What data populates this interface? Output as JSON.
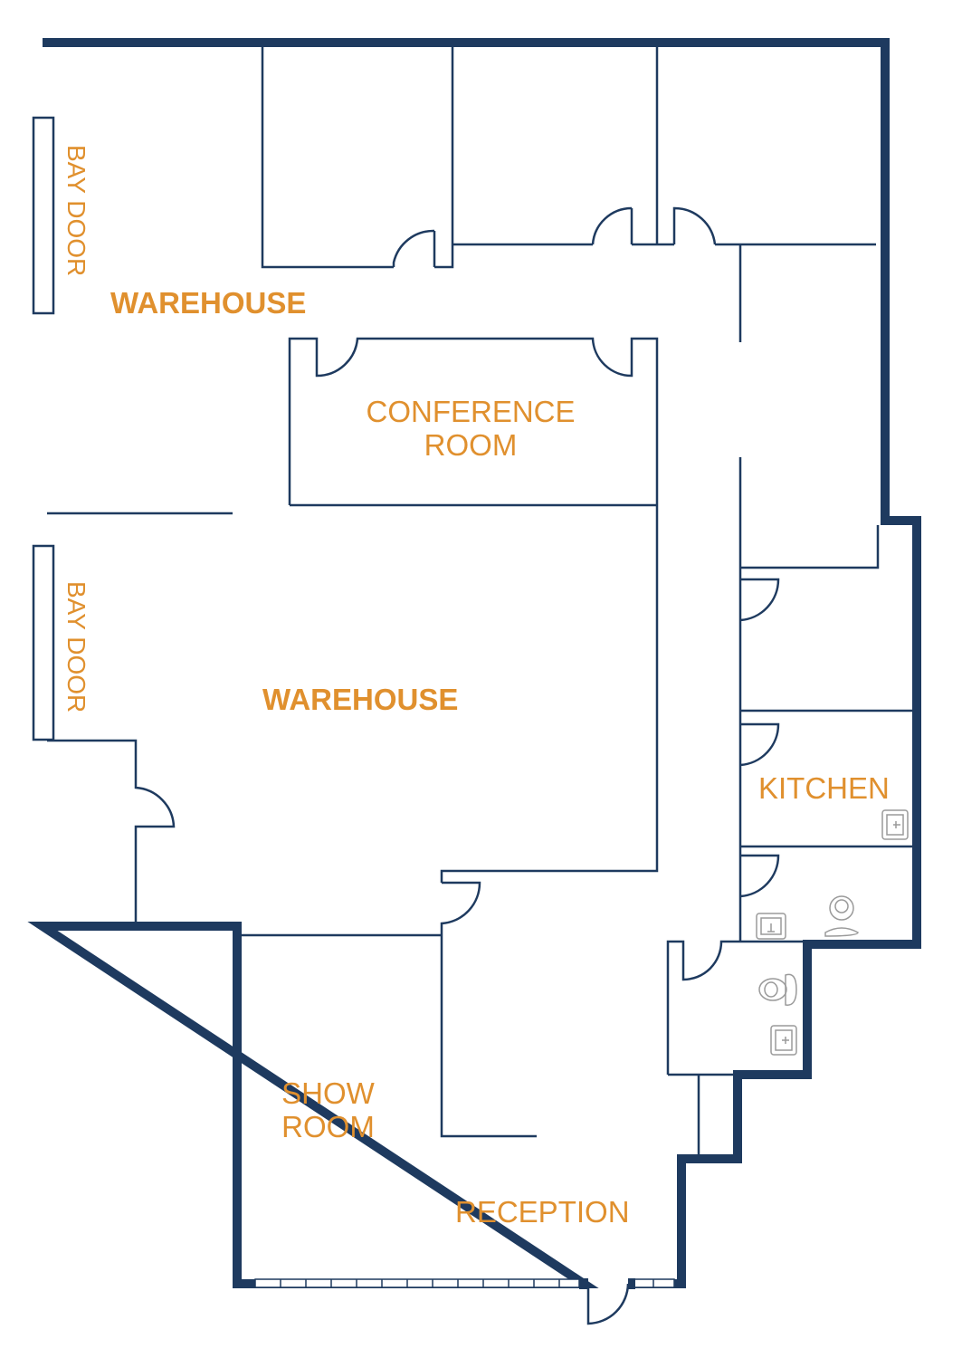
{
  "colors": {
    "wall": "#1e3a5f",
    "label": "#e0902e",
    "fixture": "#9a9a9a"
  },
  "rooms": {
    "warehouse_upper": "WAREHOUSE",
    "warehouse_lower": "WAREHOUSE",
    "bay_door_upper": "BAY DOOR",
    "bay_door_lower": "BAY DOOR",
    "conference_line1": "CONFERENCE",
    "conference_line2": "ROOM",
    "kitchen": "KITCHEN",
    "showroom_line1": "SHOW",
    "showroom_line2": "ROOM",
    "reception": "RECEPTION"
  },
  "fixtures": [
    "sink-icon",
    "sink-icon",
    "toilet-icon",
    "toilet-icon",
    "sink-icon"
  ]
}
